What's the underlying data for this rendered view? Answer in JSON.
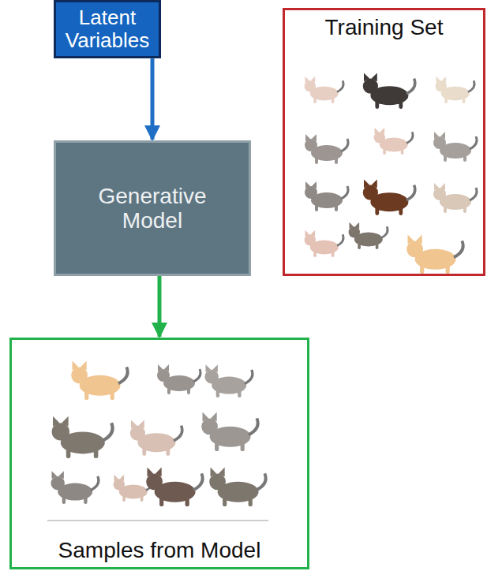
{
  "diagram": {
    "nodes": [
      {
        "text": [
          "Latent Variables"
        ]
      },
      {
        "text": [
          "Generative Model"
        ]
      },
      {
        "text": [
          "Training Set"
        ]
      },
      {
        "text": [
          "Samples from Model"
        ]
      }
    ],
    "edges": [
      {
        "from": 0,
        "to": 1,
        "arrow": "to"
      },
      {
        "from": 1,
        "to": 3,
        "arrow": "to"
      }
    ]
  }
}
